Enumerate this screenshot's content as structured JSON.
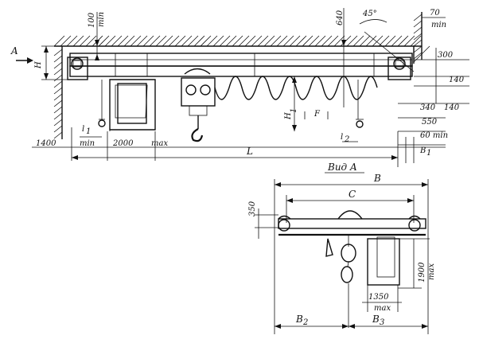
{
  "labels": {
    "view_arrow": "A",
    "h_main": "H",
    "min_100": "100",
    "min_100_unit": "min",
    "dim_640": "640",
    "angle_45": "45°",
    "dim_70": "70",
    "dim_70_unit": "min",
    "dim_300": "300",
    "dim_140a": "140",
    "dim_340": "340",
    "dim_140b": "140",
    "dim_550": "550",
    "dim_60": "60 min",
    "h1": "H",
    "h1_sub": "1",
    "f": "F",
    "l1": "l",
    "l1_sub": "1",
    "l2": "l",
    "l2_sub": "2",
    "b1": "B",
    "b1_sub": "1",
    "dim_1400": "1400",
    "min_a": "min",
    "dim_2000": "2000",
    "max_a": "max",
    "l_span": "L",
    "view_title": "Вид A",
    "b_total": "B",
    "c_dim": "C",
    "dim_350": "350",
    "dim_1900": "1900",
    "max_b": "max",
    "dim_1350": "1350",
    "max_c": "max",
    "b2": "B",
    "b2_sub": "2",
    "b3": "B",
    "b3_sub": "3"
  }
}
